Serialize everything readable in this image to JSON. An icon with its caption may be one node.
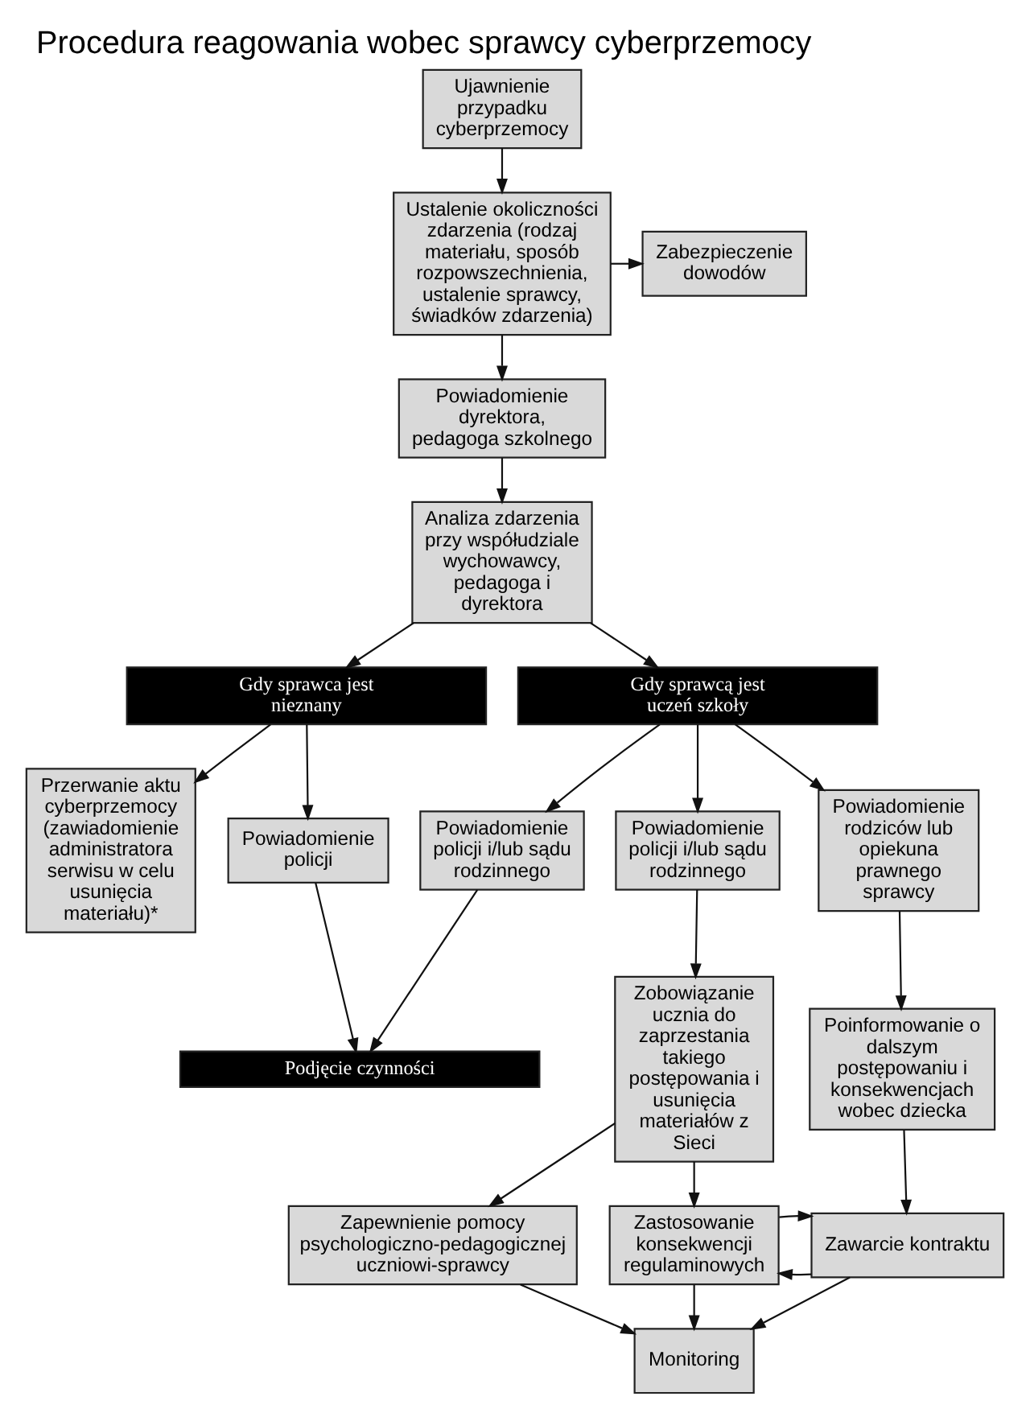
{
  "diagram": {
    "title": "Procedura reagowania wobec sprawcy cyberprzemocy",
    "nodes": [
      {
        "text": [
          "Ujawnienie przypadku cyberprzemocy"
        ]
      },
      {
        "text": [
          "Ustalenie okoliczności zdarzenia (rodzaj materiału, sposób rozpowszechnienia, ustalenie sprawcy, świadków zdarzenia)"
        ]
      },
      {
        "text": [
          "Zabezpieczenie dowodów"
        ]
      },
      {
        "text": [
          "Powiadomienie dyrektora, pedagoga szkolnego"
        ]
      },
      {
        "text": [
          "Analiza zdarzenia przy współudziale wychowawcy, pedagoga i dyrektora"
        ]
      },
      {
        "text": [
          "Gdy sprawca jest nieznany"
        ]
      },
      {
        "text": [
          "Gdy sprawcą jest uczeń szkoły"
        ]
      },
      {
        "text": [
          "Przerwanie aktu cyberprzemocy (zawiadomienie administratora serwisu w celu usunięcia materiału)*"
        ]
      },
      {
        "text": [
          "Powiadomienie policji"
        ]
      },
      {
        "text": [
          "Powiadomienie policji i/lub sądu rodzinnego"
        ]
      },
      {
        "text": [
          "Powiadomienie policji i/lub sądu rodzinnego"
        ]
      },
      {
        "text": [
          "Powiadomienie rodziców lub opiekuna prawnego sprawcy"
        ]
      },
      {
        "text": [
          "Podjęcie czynności"
        ]
      },
      {
        "text": [
          "Zobowiązanie ucznia do zaprzestania takiego postępowania i usunięcia materiałów z Sieci"
        ]
      },
      {
        "text": [
          "Poinformowanie o dalszym postępowaniu i konsekwencjach wobec dziecka"
        ]
      },
      {
        "text": [
          "Zapewnienie pomocy psychologiczno-pedagogicznej uczniowi-sprawcy"
        ]
      },
      {
        "text": [
          "Zastosowanie konsekwencji regulaminowych"
        ]
      },
      {
        "text": [
          "Zawarcie kontraktu"
        ]
      },
      {
        "text": [
          "Monitoring"
        ]
      }
    ],
    "edges": [
      {
        "from": 0,
        "to": 1,
        "arrow": "to"
      },
      {
        "from": 1,
        "to": 2,
        "arrow": "to"
      },
      {
        "from": 1,
        "to": 3,
        "arrow": "to"
      },
      {
        "from": 3,
        "to": 4,
        "arrow": "to"
      },
      {
        "from": 4,
        "to": 5,
        "arrow": "to"
      },
      {
        "from": 4,
        "to": 6,
        "arrow": "to"
      },
      {
        "from": 5,
        "to": 7,
        "arrow": "to"
      },
      {
        "from": 5,
        "to": 8,
        "arrow": "to"
      },
      {
        "from": 6,
        "to": 9,
        "arrow": "to"
      },
      {
        "from": 6,
        "to": 10,
        "arrow": "to"
      },
      {
        "from": 6,
        "to": 11,
        "arrow": "to"
      },
      {
        "from": 8,
        "to": 12,
        "arrow": "to"
      },
      {
        "from": 9,
        "to": 12,
        "arrow": "to"
      },
      {
        "from": 10,
        "to": 13,
        "arrow": "to"
      },
      {
        "from": 11,
        "to": 14,
        "arrow": "to"
      },
      {
        "from": 13,
        "to": 15,
        "arrow": "to"
      },
      {
        "from": 13,
        "to": 16,
        "arrow": "to"
      },
      {
        "from": 14,
        "to": 17,
        "arrow": "to"
      },
      {
        "from": 17,
        "to": 16,
        "arrow": "to"
      },
      {
        "from": 16,
        "to": 17,
        "arrow": "to"
      },
      {
        "from": 15,
        "to": 18,
        "arrow": "to"
      },
      {
        "from": 16,
        "to": 18,
        "arrow": "to"
      },
      {
        "from": 17,
        "to": 18,
        "arrow": "to"
      }
    ]
  }
}
